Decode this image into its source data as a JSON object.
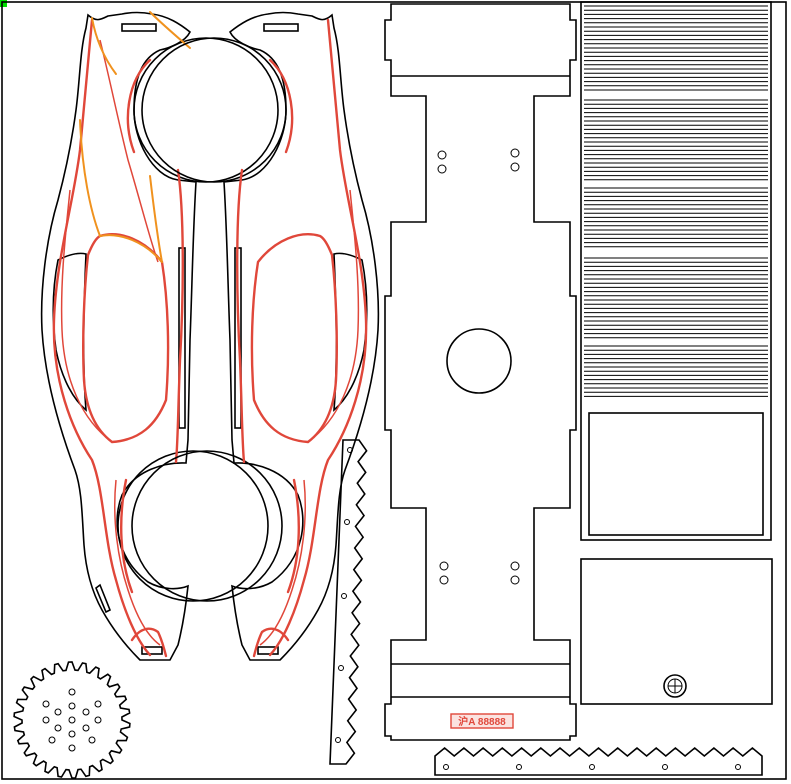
{
  "sheet": {
    "colors": {
      "cut": "#000000",
      "engrave": "#e0473a",
      "score": "#f0921e",
      "marker": "#00e000"
    },
    "license_plate": {
      "text": "沪A 88888"
    },
    "parts": [
      {
        "name": "car-body-left-half"
      },
      {
        "name": "car-body-right-half"
      },
      {
        "name": "chassis-plate"
      },
      {
        "name": "vented-panel"
      },
      {
        "name": "battery-cover-panel"
      },
      {
        "name": "spur-gear"
      },
      {
        "name": "gear-rack-vertical"
      },
      {
        "name": "gear-rack-horizontal"
      }
    ]
  }
}
